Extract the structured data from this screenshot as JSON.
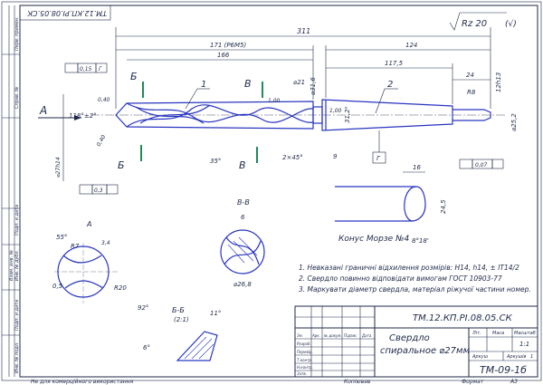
{
  "drawing": {
    "stamp_code_rotated": "ТМ.12.КП.РІ.08.05.СК",
    "roughness": "Rz 20",
    "roughness_mark": "(√)",
    "part_labels": [
      "1",
      "2"
    ],
    "section_letters": {
      "a": "А",
      "b1": "Б",
      "b2": "Б",
      "v1": "В",
      "v2": "В"
    },
    "dims": {
      "d311": "311",
      "d171": "171 (Р6М5)",
      "d166": "166",
      "d124": "124",
      "d1175": "117,5",
      "d24": "24",
      "dphi21": "⌀21",
      "dphi316": "⌀31,6",
      "dphi312": "31,2⁰",
      "dphi252": "⌀25,2",
      "dR8": "R8",
      "d12h13": "12h13",
      "d9": "9",
      "d2x45": "2×45°",
      "d35": "35°",
      "d118": "118°±2°",
      "d04a": "0,40",
      "d04b": "0,40",
      "d100": "1,00",
      "d100b": "1,00",
      "phi27": "⌀27h14",
      "tol015": "0,15",
      "tolG": "Г",
      "tol03": "0,3",
      "tol007": "0,07",
      "basisG": "Г",
      "d16": "16",
      "d245": "24,5",
      "d818": "8°18'",
      "cone": "Конус Морзе №4",
      "a55": "55°",
      "aR7": "R7",
      "a34": "3,4",
      "aR20": "R20",
      "a05": "0,5",
      "a92": "92°",
      "vv": "В-В",
      "v6": "6",
      "vphi268": "⌀26,8",
      "bb": "Б-Б",
      "bb_scale": "(2:1)",
      "b11": "11°",
      "b6": "6°"
    },
    "notes": [
      "1. Невказані граничні відхилення розмірів: Н14, h14, ± IT14/2",
      "2. Свердло повинно відповідати вимогам ГОСТ 10903-77",
      "3. Маркувати діаметр свердла, матеріал ріжучої частини номер."
    ],
    "title_block": {
      "code": "ТМ.12.КП.РІ.08.05.СК",
      "name_line1": "Свердло",
      "name_line2": "спиральное ⌀27мм",
      "group": "ТМ-09-1б",
      "head_lit": "Літ.",
      "head_mass": "Маса",
      "head_scale": "Масштаб",
      "scale_value": "1:1",
      "sheet": "Аркуш",
      "sheets": "Аркушів",
      "sheets_num": "1",
      "row_labels": [
        "Зм.",
        "Арк.",
        "№ докум.",
        "Підпис",
        "Дата"
      ],
      "roles": [
        "Розроб.",
        "Перевір.",
        "Т.контр.",
        "Н.контр.",
        "Затв."
      ]
    },
    "footer": {
      "left": "Не для комерційного використання",
      "copied": "Копіював",
      "format": "Формат",
      "format_value": "A3"
    },
    "side_labels": [
      "Перв. примен.",
      "Справ. №",
      "Подп. и дата",
      "Инв. № дубл.",
      "Взам. инв. №",
      "Подп. и дата",
      "Инв. № подл."
    ]
  }
}
